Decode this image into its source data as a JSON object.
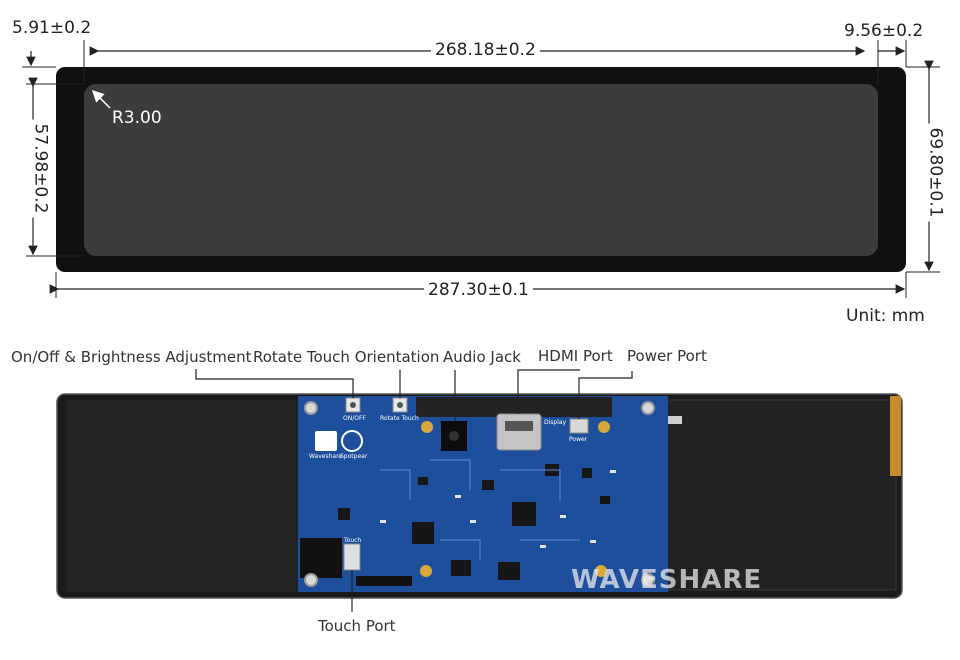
{
  "dimensions": {
    "border_left": "5.91±0.2",
    "active_width": "268.18±0.2",
    "border_right": "9.56±0.2",
    "active_height": "57.98±0.2",
    "outline_height": "69.80±0.1",
    "outline_width": "287.30±0.1",
    "corner_radius": "R3.00",
    "unit": "Unit: mm"
  },
  "ports": {
    "onoff": "On/Off & Brightness Adjustment",
    "rotate": "Rotate Touch Orientation",
    "audio": "Audio Jack",
    "hdmi": "HDMI Port",
    "power": "Power Port",
    "touch": "Touch Port"
  },
  "board": {
    "onoff_silk": "ON/OFF",
    "rotate_silk": "Rotate Touch",
    "display_silk": "Display",
    "power_silk": "Power",
    "touch_silk": "Touch",
    "brand_silk": "Waveshare",
    "brand2_silk": "Spotpear",
    "watermark": "WAVESHARE"
  },
  "colors": {
    "bezel": "#111111",
    "screen": "#3c3c3c",
    "pcb": "#1d4f9c",
    "case": "#1a1a1a"
  }
}
